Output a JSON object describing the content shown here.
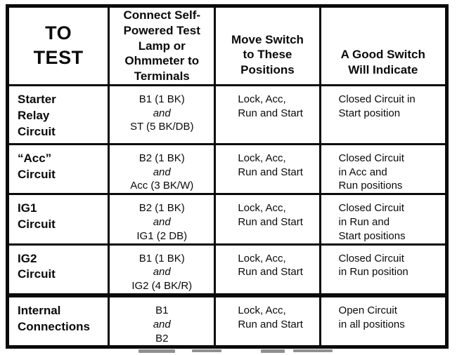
{
  "colors": {
    "background": "#ffffff",
    "border": "#0a0a0a",
    "text": "#0a0a0a"
  },
  "table": {
    "header": {
      "to_test": "TO\nTEST",
      "connect": "Connect Self-\nPowered Test\nLamp or\nOhmmeter to\nTerminals",
      "positions": "Move Switch\nto These\nPositions",
      "indicate": "A Good Switch\nWill Indicate"
    },
    "rows": [
      {
        "circuit": "Starter\nRelay\nCircuit",
        "terminal_a": "B1 (1 BK)",
        "conj": "and",
        "terminal_b": "ST (5 BK/DB)",
        "positions": "Lock, Acc,\nRun and Start",
        "indication": "Closed Circuit in\nStart position"
      },
      {
        "circuit": "“Acc”\nCircuit",
        "terminal_a": "B2 (1 BK)",
        "conj": "and",
        "terminal_b": "Acc (3 BK/W)",
        "positions": "Lock, Acc,\nRun and Start",
        "indication": "Closed Circuit\nin Acc and\nRun positions"
      },
      {
        "circuit": "IG1\nCircuit",
        "terminal_a": "B2 (1 BK)",
        "conj": "and",
        "terminal_b": "IG1 (2 DB)",
        "positions": "Lock, Acc,\nRun and Start",
        "indication": "Closed Circuit\nin Run and\nStart positions"
      },
      {
        "circuit": "IG2\nCircuit",
        "terminal_a": "B1 (1 BK)",
        "conj": "and",
        "terminal_b": "IG2 (4 BK/R)",
        "positions": "Lock, Acc,\nRun and Start",
        "indication": "Closed Circuit\nin Run position"
      },
      {
        "circuit": "Internal\nConnections",
        "terminal_a": "B1",
        "conj": "and",
        "terminal_b": "B2",
        "positions": "Lock, Acc,\nRun and Start",
        "indication": "Open Circuit\nin all positions"
      }
    ]
  }
}
